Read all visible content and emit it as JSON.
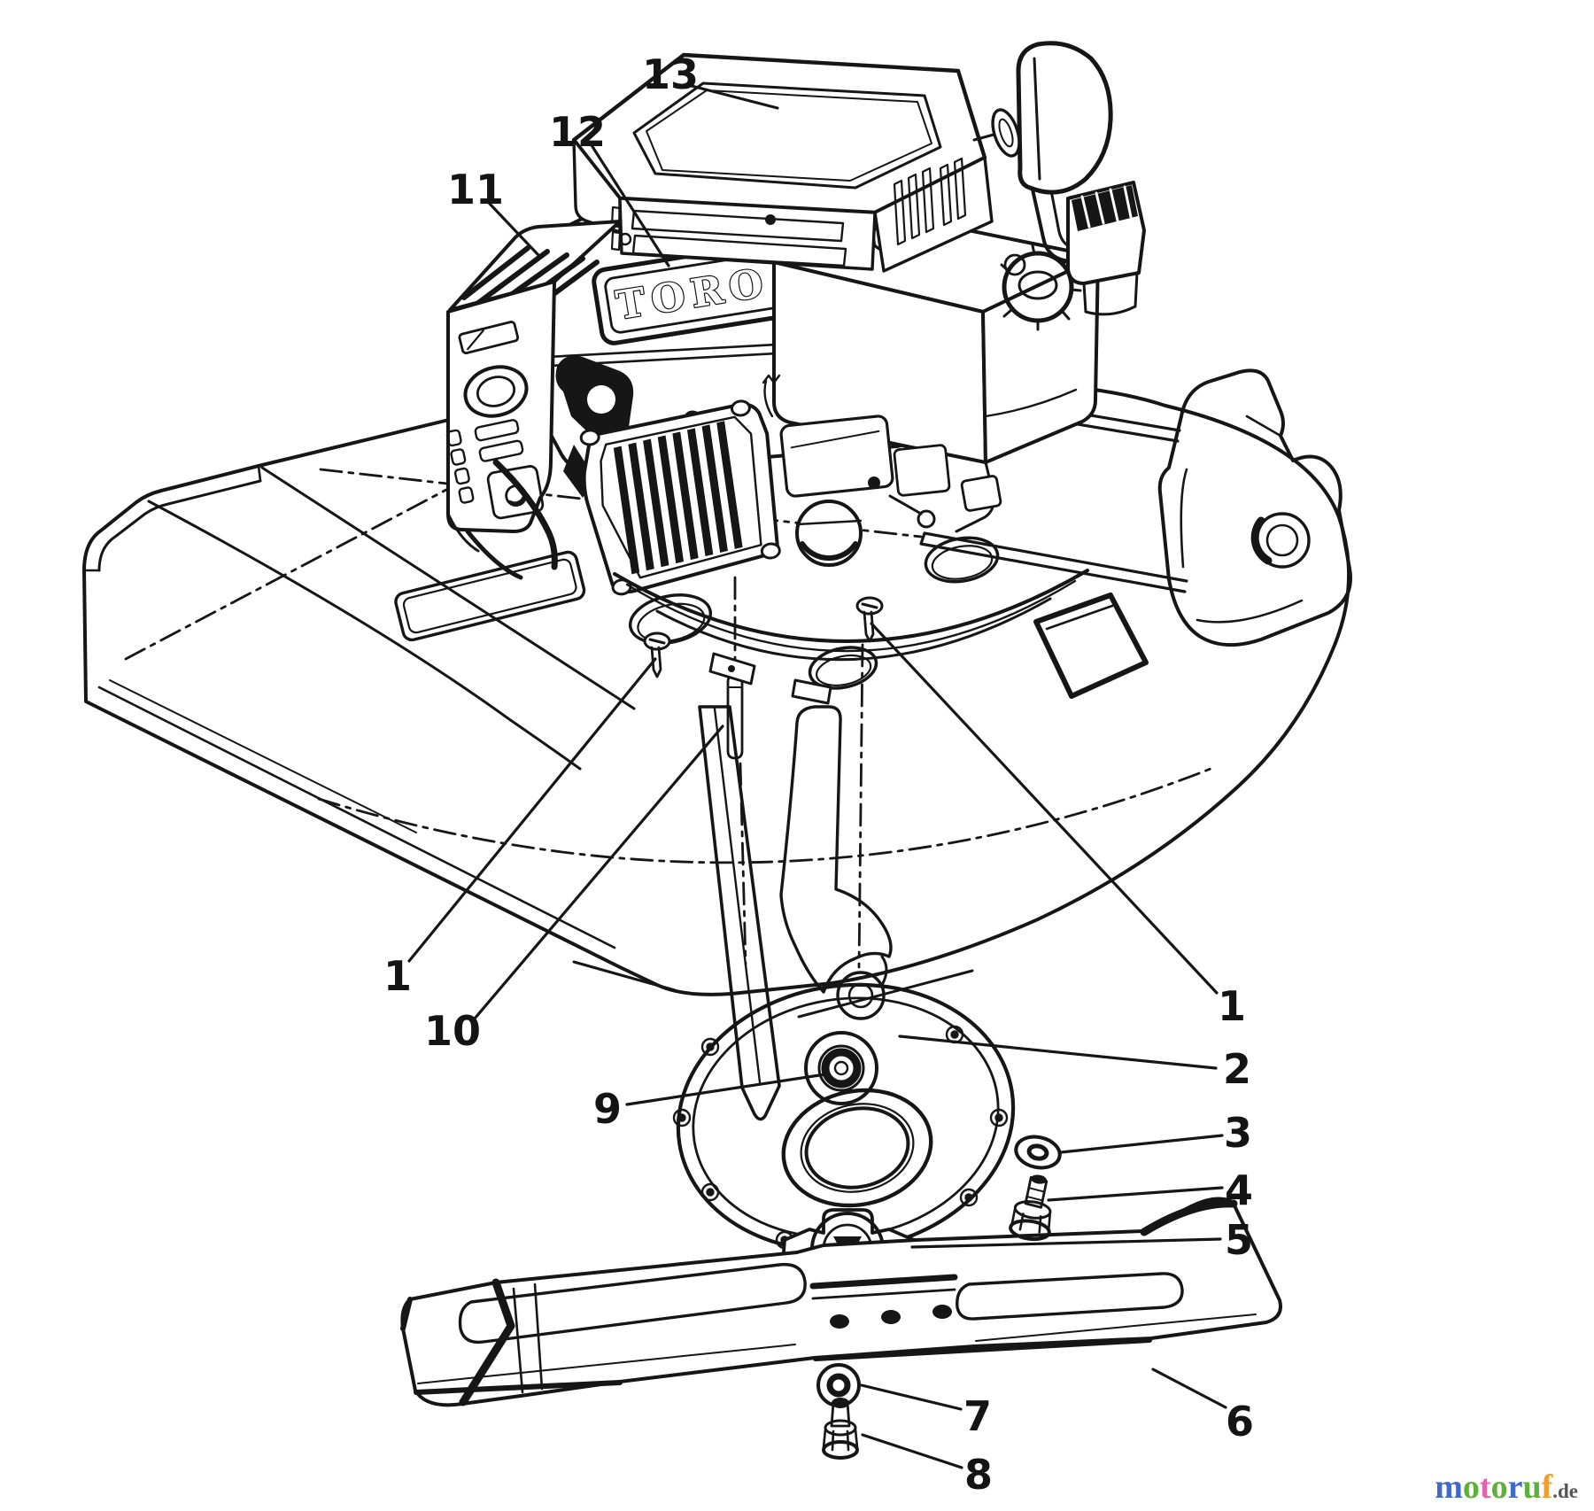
{
  "figure": {
    "background_color": "#ffffff",
    "line_color": "#161616",
    "description_visible_text_only": "exploded parts line drawing"
  },
  "engine": {
    "logo_text": "TORO"
  },
  "callouts": [
    {
      "text": "13"
    },
    {
      "text": "12"
    },
    {
      "text": "11"
    },
    {
      "text": "1"
    },
    {
      "text": "10"
    },
    {
      "text": "9"
    },
    {
      "text": "1"
    },
    {
      "text": "2"
    },
    {
      "text": "3"
    },
    {
      "text": "4"
    },
    {
      "text": "5"
    },
    {
      "text": "6"
    },
    {
      "text": "7"
    },
    {
      "text": "8"
    }
  ],
  "watermark": {
    "letters": [
      {
        "char": "m",
        "color": "#4169c8"
      },
      {
        "char": "o",
        "color": "#5faf3d"
      },
      {
        "char": "t",
        "color": "#e464a9"
      },
      {
        "char": "o",
        "color": "#5faf3d"
      },
      {
        "char": "r",
        "color": "#4169c8"
      },
      {
        "char": "u",
        "color": "#5faf3d"
      },
      {
        "char": "f",
        "color": "#f49c2d"
      }
    ],
    "suffix": ".de"
  }
}
